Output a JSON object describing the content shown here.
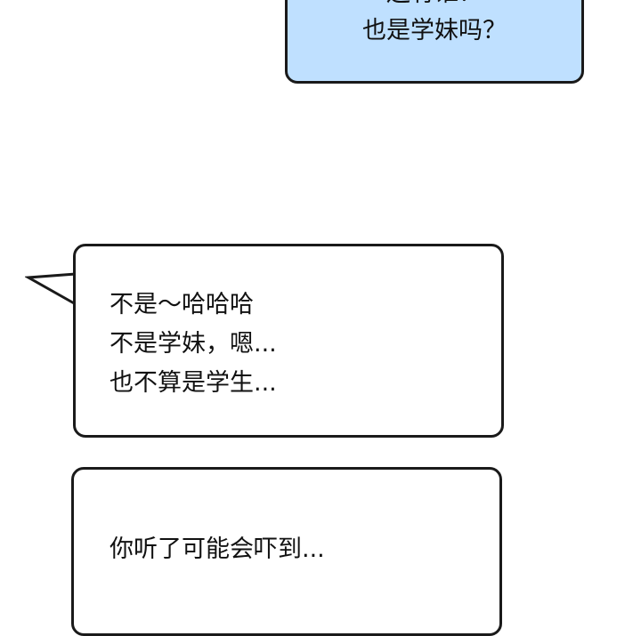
{
  "top_bubble": {
    "partial_line": "还有谁？",
    "line": "也是学妹吗？",
    "fill": "#bfe0ff"
  },
  "middle_bubble": {
    "lines": [
      "不是～哈哈哈",
      "不是学妹，嗯...",
      "也不算是学生..."
    ]
  },
  "bottom_bubble": {
    "line": "你听了可能会吓到..."
  },
  "colors": {
    "border": "#1a1a1a",
    "text": "#111111",
    "background": "#ffffff"
  }
}
